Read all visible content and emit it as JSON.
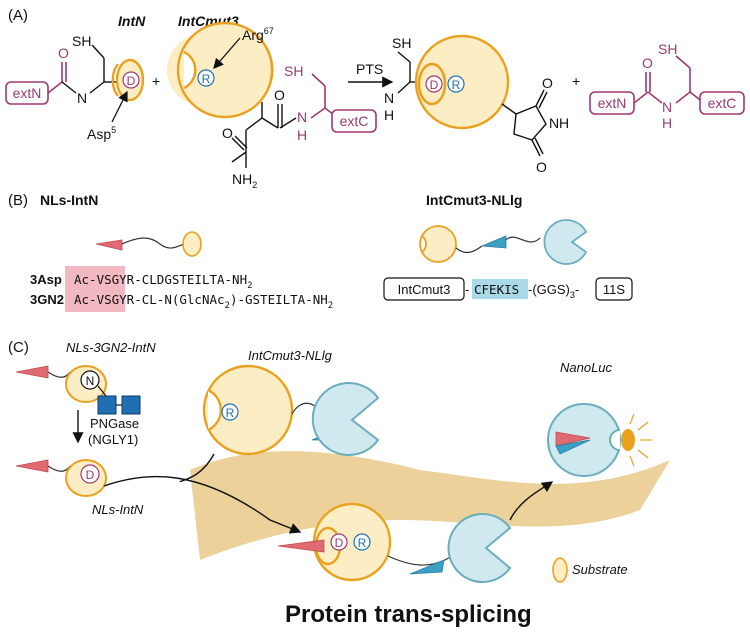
{
  "panelA": {
    "label": "(A)",
    "intN": "IntN",
    "intCmut3": "IntCmut3",
    "arg": "Arg",
    "arg_sup": "67",
    "asp": "Asp",
    "asp_sup": "5",
    "SH": "SH",
    "NH": "N",
    "H": "H",
    "O": "O",
    "NH2": "NH",
    "NH2_sub": "2",
    "extN": "extN",
    "extC": "extC",
    "D": "D",
    "R": "R",
    "plus": "+",
    "pts": "PTS"
  },
  "panelB": {
    "label": "(B)",
    "nls_intn": "NLs-IntN",
    "intcmut3_nllg": "IntCmut3-NLlg",
    "row1_name": "3Asp",
    "row1_ac": "Ac-",
    "row1_hl": "VSGYR",
    "row1_rest": "-CLDGSTEILTA-NH",
    "row2_name": "3GN2",
    "row2_ac": "Ac-",
    "row2_hl": "VSGYR",
    "row2_rest_a": "-CL-N(GlcNAc",
    "row2_rest_b": ")-GSTEILTA-NH",
    "sub2": "2",
    "box1": "IntCmut3",
    "dash": "-",
    "cfekis": "CFEKIS",
    "ggs": "-(GGS)",
    "ggs_sub": "3",
    "box2": "11S"
  },
  "panelC": {
    "label": "(C)",
    "nls3gn2": "NLs-3GN2-IntN",
    "N": "N",
    "pngase": "PNGase",
    "ngly1": "(NGLY1)",
    "nlsintn": "NLs-IntN",
    "intcmut3nllg": "IntCmut3-NLlg",
    "nanoluc": "NanoLuc",
    "substrate": "Substrate",
    "title": "Protein trans-splicing"
  },
  "colors": {
    "orange": "#e8a21f",
    "orange_fill": "#fdedc4",
    "blue": "#6aaebe",
    "blue_fill": "#cfe9ee",
    "magenta": "#9c3a73",
    "pink": "#f3b9c3",
    "red": "#e06a6f",
    "navy": "#1f6fb2",
    "highlight_blue": "#a9d8e6",
    "tan": "#e9c98a"
  }
}
